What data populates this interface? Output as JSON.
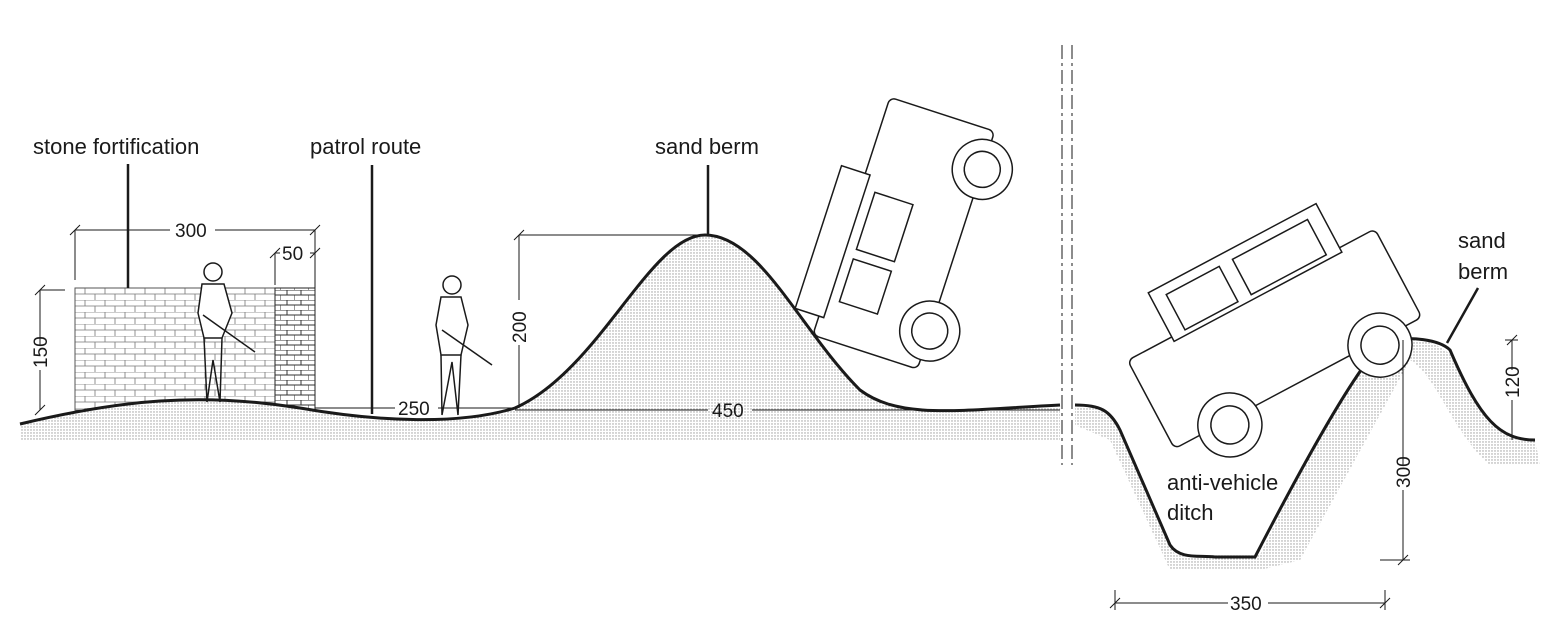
{
  "labels": {
    "stone_fortification": "stone fortification",
    "patrol_route": "patrol route",
    "sand_berm_1": "sand berm",
    "sand_berm_2_line1": "sand",
    "sand_berm_2_line2": "berm",
    "ditch_line1": "anti-vehicle",
    "ditch_line2": "ditch"
  },
  "dimensions": {
    "wall_width": "300",
    "pillar_width": "50",
    "wall_height": "150",
    "patrol_width": "250",
    "berm_height": "200",
    "berm_width": "450",
    "ditch_depth": "300",
    "ditch_width": "350",
    "berm2_height": "120"
  },
  "colors": {
    "ink": "#1a1a1a",
    "sand": "#bdbdbd"
  }
}
